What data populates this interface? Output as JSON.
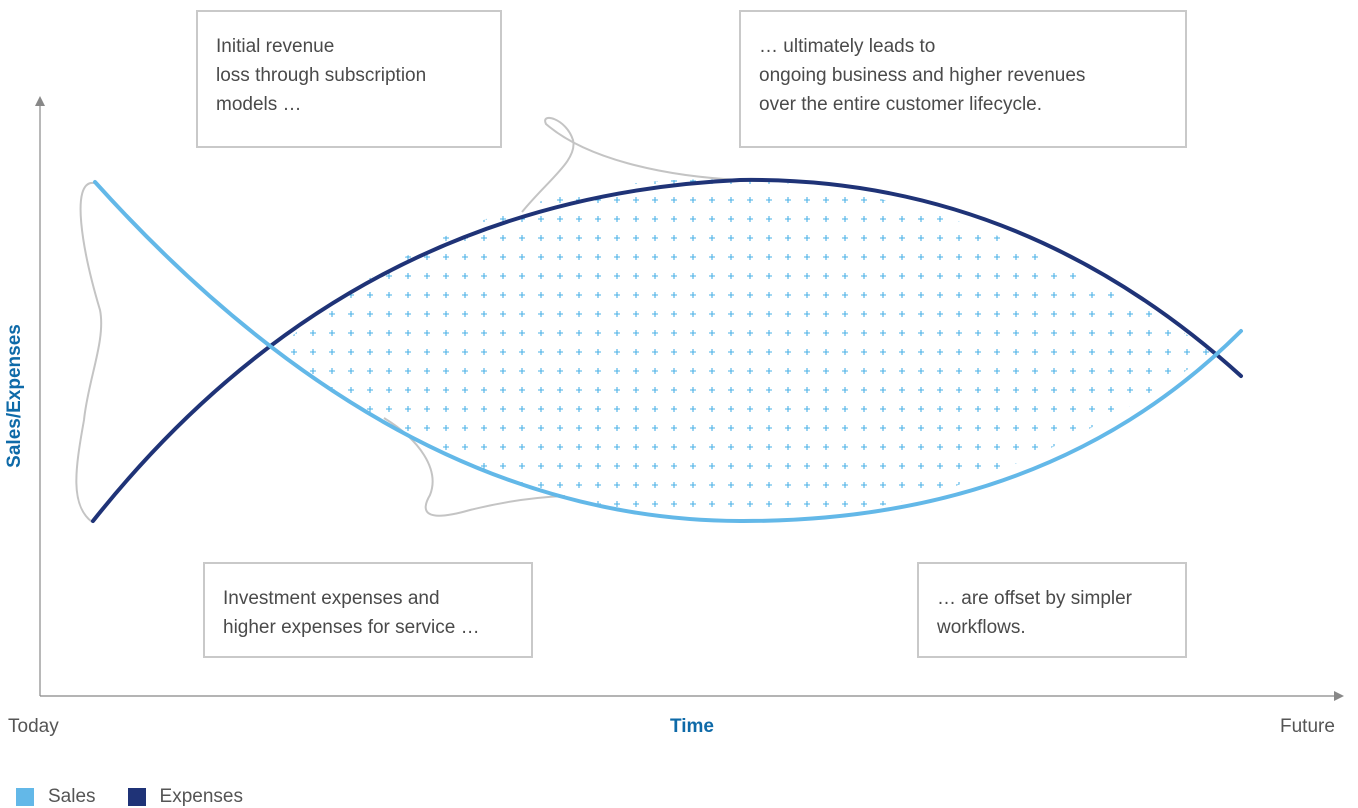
{
  "colors": {
    "sales": "#63b8e8",
    "expenses": "#1f3377",
    "axis_title": "#0e6aa8",
    "box_border": "#c9c9c9",
    "fish_outline": "#c4c4c4",
    "profit_marker": "#4ab1e6"
  },
  "annotations": {
    "top_left": "Initial revenue\nloss through subscription\nmodels …",
    "top_right": "… ultimately leads to\nongoing business and higher revenues\nover the entire customer lifecycle.",
    "bottom_left": "Investment expenses and\nhigher expenses for service …",
    "bottom_right": "… are offset by simpler\nworkflows."
  },
  "chart_data": {
    "type": "line",
    "title": "",
    "xlabel": "Time",
    "ylabel": "Sales/Expenses",
    "x_tick_labels": {
      "start": "Today",
      "end": "Future"
    },
    "axis_units": "qualitative (no numeric ticks)",
    "series": [
      {
        "name": "Sales",
        "shape": "U-shaped curve: starts high, dips below expenses, rises again at the end"
      },
      {
        "name": "Expenses",
        "shape": "inverted-U curve: starts low, peaks in the middle, falls at the end"
      }
    ],
    "legend": [
      "Sales",
      "Expenses"
    ],
    "legend_position": "bottom-left",
    "shaded_region": "area between the curves marked with a '+' pattern",
    "decoration": "fish-shaped outline (tail and fins) around the curves",
    "grid": false
  }
}
